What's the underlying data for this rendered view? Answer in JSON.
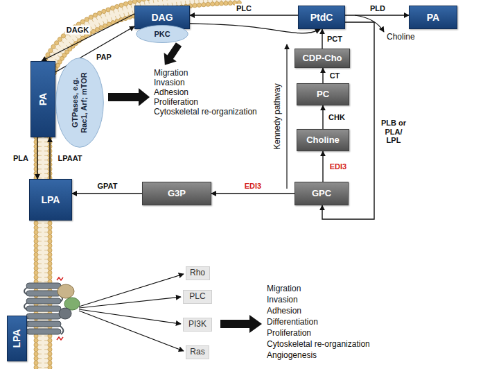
{
  "diagram": {
    "nodes": [
      {
        "text": [
          "DAG"
        ]
      },
      {
        "text": [
          "PKC"
        ]
      },
      {
        "text": [
          "PtdC"
        ]
      },
      {
        "text": [
          "PA"
        ]
      },
      {
        "text": [
          "CDP-Cho"
        ]
      },
      {
        "text": [
          "PA"
        ]
      },
      {
        "text": [
          "GTPases, e.g. Rac1, Arf; mTOR"
        ]
      },
      {
        "text": [
          "PC"
        ]
      },
      {
        "text": [
          "Choline"
        ]
      },
      {
        "text": [
          "LPA"
        ]
      },
      {
        "text": [
          "G3P"
        ]
      },
      {
        "text": [
          "GPC"
        ]
      },
      {
        "text": [
          "Rho"
        ]
      },
      {
        "text": [
          "PLC"
        ]
      },
      {
        "text": [
          "PI3K"
        ]
      },
      {
        "text": [
          "LPA"
        ]
      },
      {
        "text": [
          "Ras"
        ]
      }
    ],
    "edges": [
      {
        "from": 2,
        "to": 0,
        "arrow": "to",
        "label": "PLC"
      },
      {
        "from": 2,
        "to": 3,
        "arrow": "to",
        "label": "PLD"
      },
      {
        "from": 4,
        "to": 2,
        "arrow": "to",
        "label": "PCT"
      },
      {
        "from": 0,
        "to": 2,
        "arrow": "to"
      },
      {
        "from": 7,
        "to": 4,
        "arrow": "to",
        "label": "CT"
      },
      {
        "from": 8,
        "to": 7,
        "arrow": "to",
        "label": "CHK"
      },
      {
        "from": 11,
        "to": 8,
        "arrow": "to",
        "label": "EDI3"
      },
      {
        "from": 11,
        "to": 10,
        "arrow": "to",
        "label": "EDI3"
      },
      {
        "from": 10,
        "to": 9,
        "arrow": "to",
        "label": "GPAT"
      },
      {
        "from": 0,
        "to": 5,
        "arrow": "to",
        "label": "DAGK"
      },
      {
        "from": 5,
        "to": 0,
        "arrow": "to",
        "label": "PAP"
      },
      {
        "from": 5,
        "to": 9,
        "arrow": "to",
        "label": "PLA"
      },
      {
        "from": 9,
        "to": 5,
        "arrow": "to",
        "label": "LPAAT"
      },
      {
        "from": 2,
        "to": 11,
        "arrow": "to",
        "label": "PLB or PLA/ LPL"
      }
    ],
    "labels": [
      "Choline",
      "Migration",
      "Invasion",
      "Adhesion",
      "Proliferation",
      "Cytoskeletal re-organization",
      "Kennedy pathway",
      "Migration",
      "Invasion",
      "Adhesion",
      "Differentiation",
      "Proliferation",
      "Cytoskeletal re-organization",
      "Angiogenesis"
    ]
  }
}
